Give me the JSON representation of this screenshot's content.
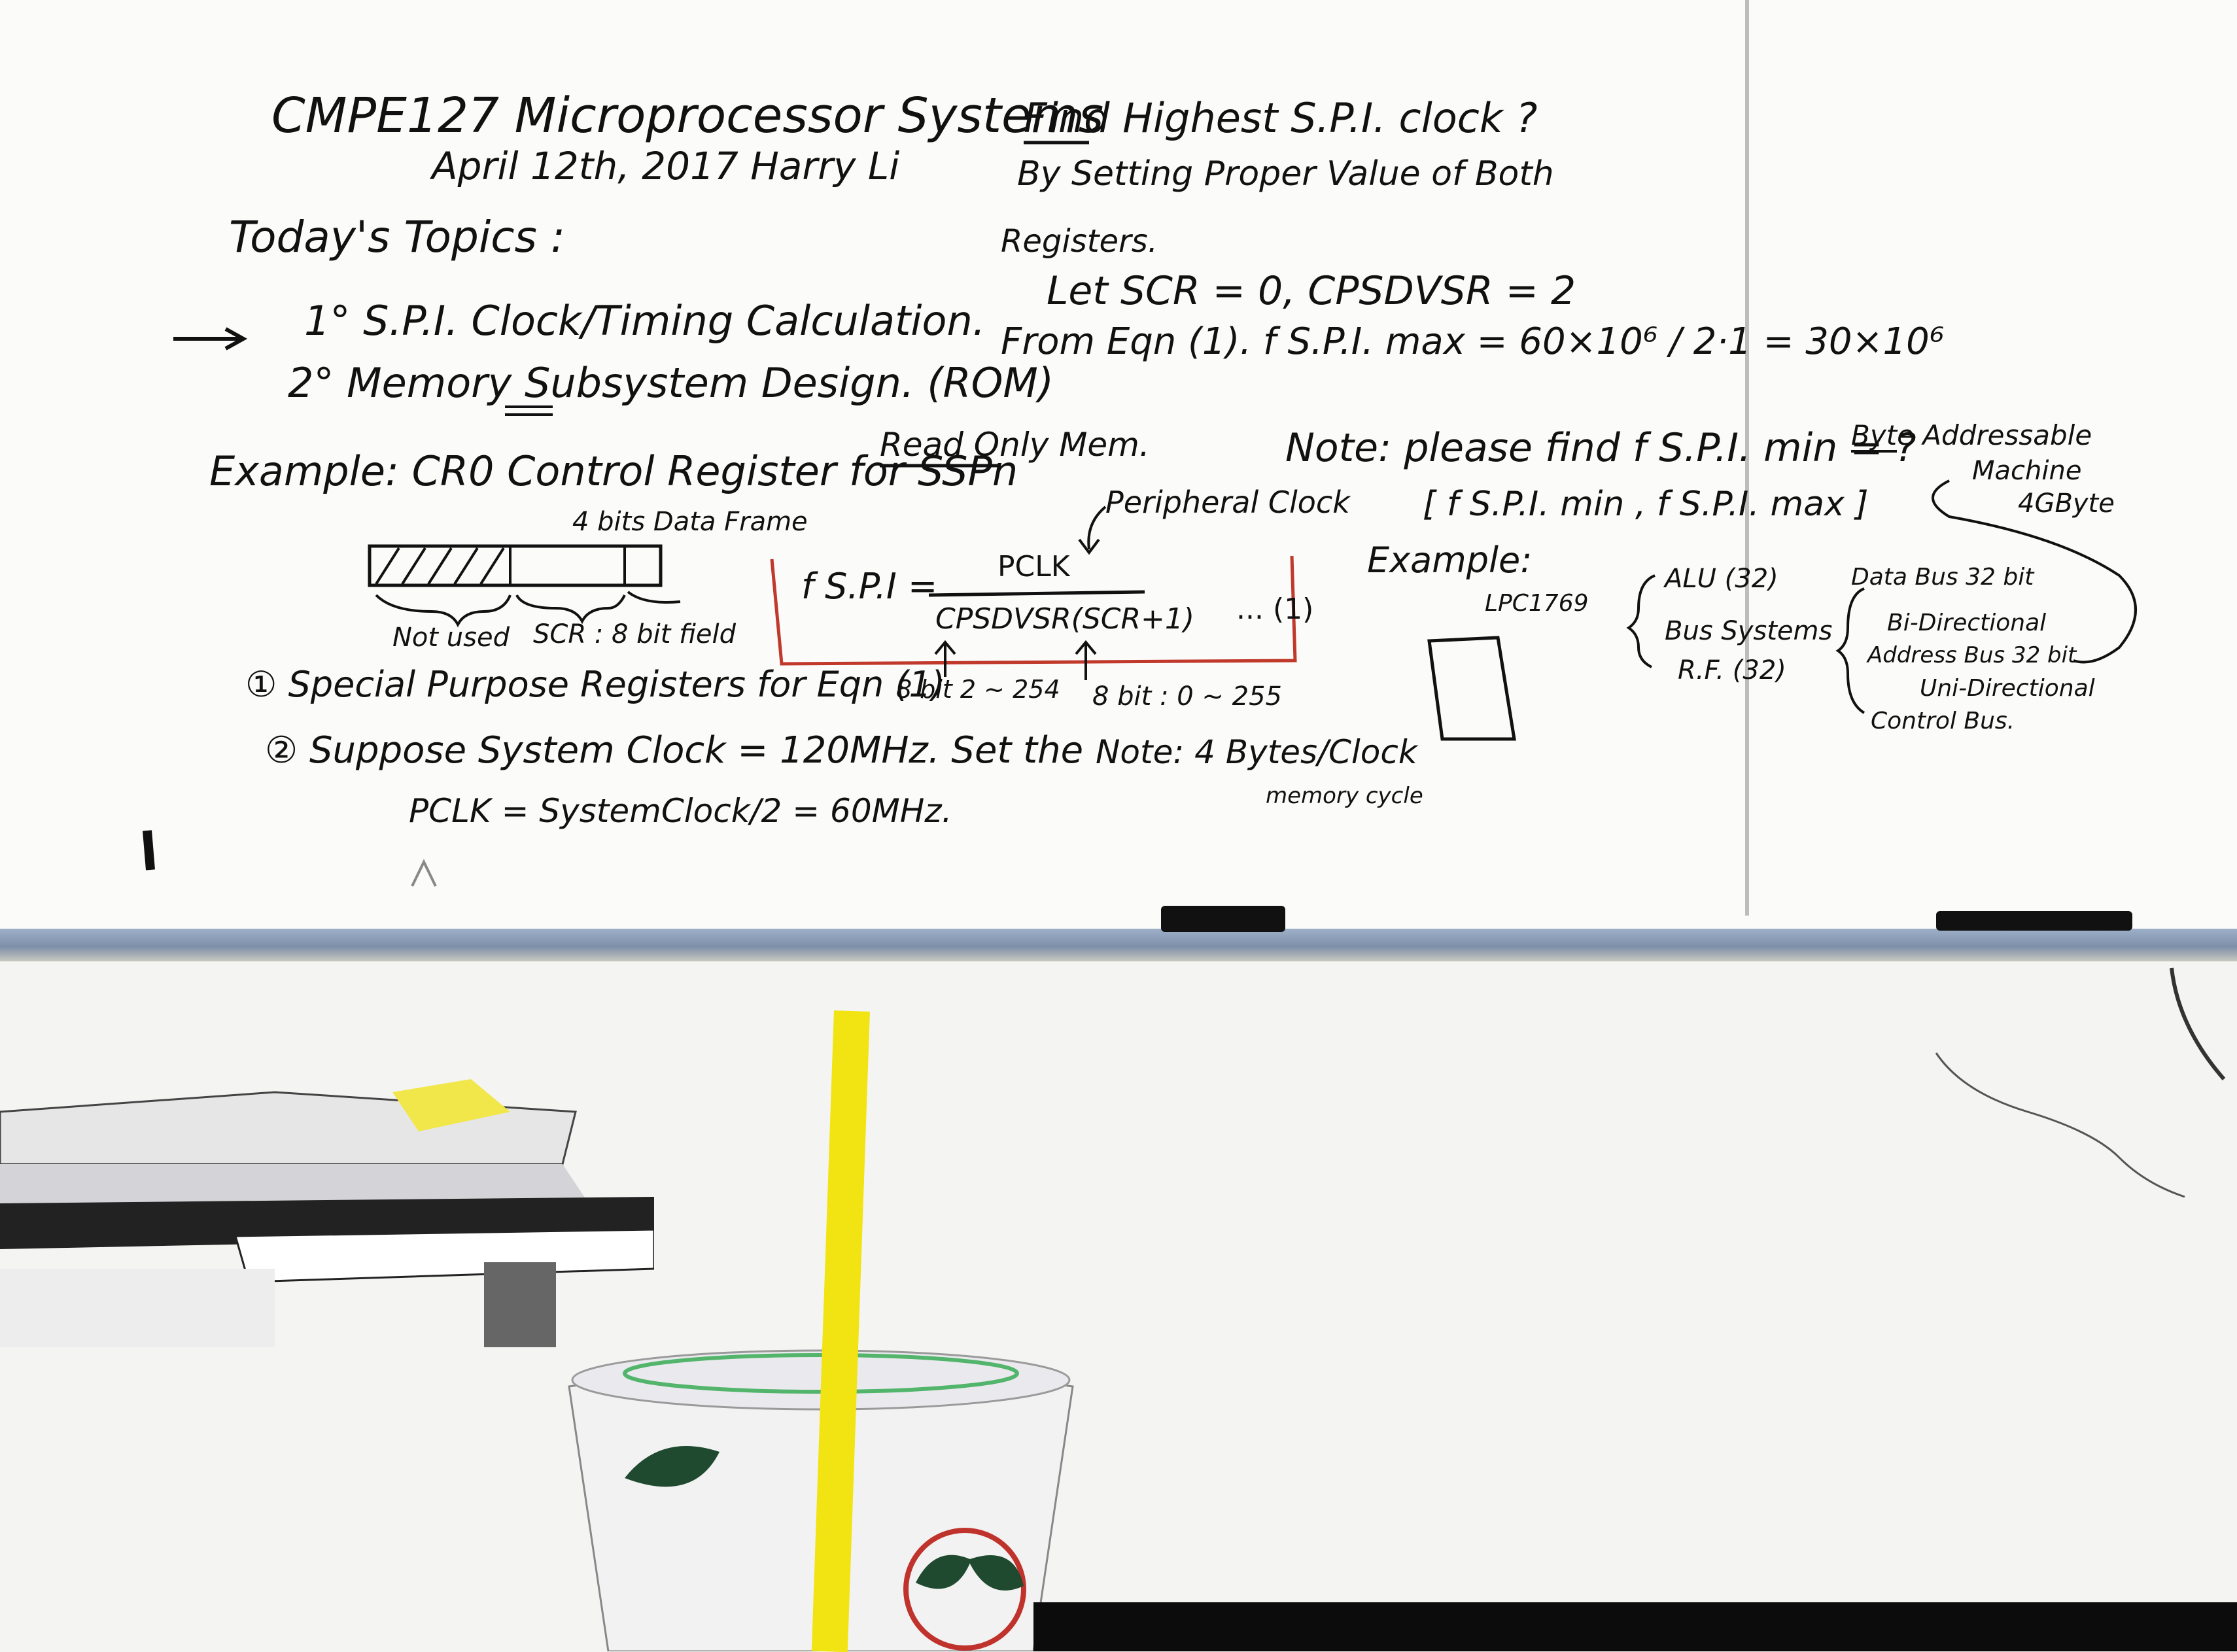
{
  "board": {
    "course_title": "CMPE127 Microprocessor Systems",
    "date_author": "April 12th, 2017   Harry Li",
    "topics_heading": "Today's Topics :",
    "topics": [
      {
        "marker": "→",
        "text": "1° S.P.I. Clock/Timing Calculation."
      },
      {
        "marker": "",
        "text": "2° Memory Subsystem Design. (ROM)"
      }
    ],
    "rom_note": "Read Only Mem.",
    "example_heading": "Example:  CR0 Control Register for SSPn",
    "register_bits_label": "4 bits  Data Frame",
    "register_not_used": "Not used",
    "register_scr_field": "SCR : 8 bit field",
    "peripheral_clock": "Peripheral Clock",
    "formula_numerator": "PCLK",
    "formula_lhs": "f S.P.I =",
    "formula_denominator": "CPSDVSR(SCR+1)",
    "formula_tag": "... (1)",
    "cpsdvsr_range": "8 bit  2 ~ 254",
    "scr_range": "8 bit : 0 ~ 255",
    "step1": "① Special Purpose Registers for Eqn (1)",
    "step2": "② Suppose System Clock = 120MHz. Set the",
    "step2_cont": "PCLK = SystemClock/2 = 60MHz.",
    "note_bytes": "Note: 4 Bytes/Clock",
    "note_bytes_sub": "memory cycle",
    "find_heading": "Find Highest S.P.I. clock ?",
    "find_line2": "By Setting Proper Value of Both",
    "find_line3": "Registers.",
    "let_line": "Let SCR = 0,  CPSDVSR = 2",
    "from_eqn": "From Eqn (1).  f S.P.I. max  =  60×10⁶ / 2·1  = 30×10⁶",
    "note_find_min": "Note: please find f S.P.I. min = ?",
    "range_line": "[ f S.P.I. min ,  f S.P.I. max ]",
    "example2": "Example:",
    "example2_sub": "LPC1769",
    "alu": "ALU (32)",
    "bus_systems": "Bus Systems",
    "rf": "R.F. (32)",
    "data_bus": "Data Bus  32 bit",
    "data_bus_dir": "Bi-Directional",
    "addr_bus": "Address Bus 32 bit",
    "addr_bus_dir": "Uni-Directional",
    "control_bus": "Control Bus.",
    "byte_addr": "Byte Addressable",
    "byte_machine": "Machine",
    "byte_size": "4GByte"
  },
  "colors": {
    "board": "#fbfbfa",
    "ink": "#111111",
    "formula_box": "#c0392b",
    "tray": "#8ea0bb",
    "straw": "#f2e313",
    "logo_green": "#1f4a2f",
    "logo_red": "#c0322c"
  }
}
